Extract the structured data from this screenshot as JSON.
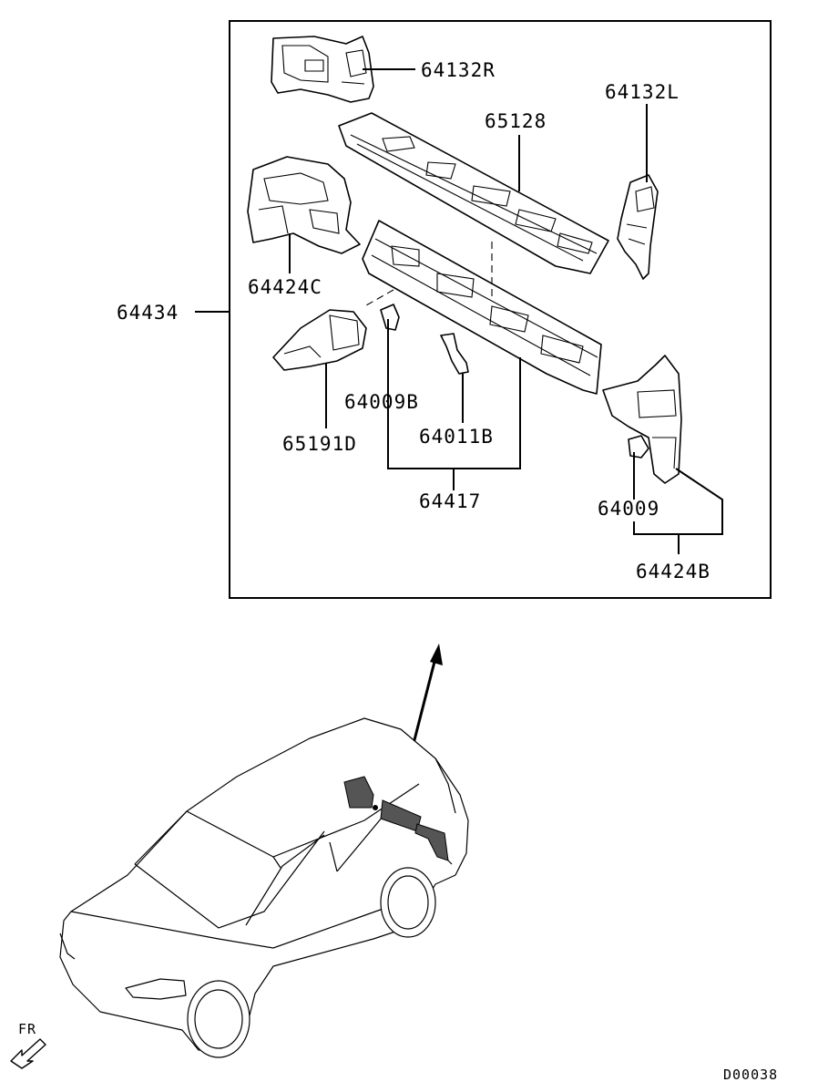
{
  "labels": {
    "p64132R": "64132R",
    "p64132L": "64132L",
    "p65128": "65128",
    "p64424C": "64424C",
    "p64434": "64434",
    "p65191D": "65191D",
    "p64009B": "64009B",
    "p64011B": "64011B",
    "p64417": "64417",
    "p64009": "64009",
    "p64424B": "64424B"
  },
  "direction_label": "FR",
  "diagram_code": "D00038"
}
